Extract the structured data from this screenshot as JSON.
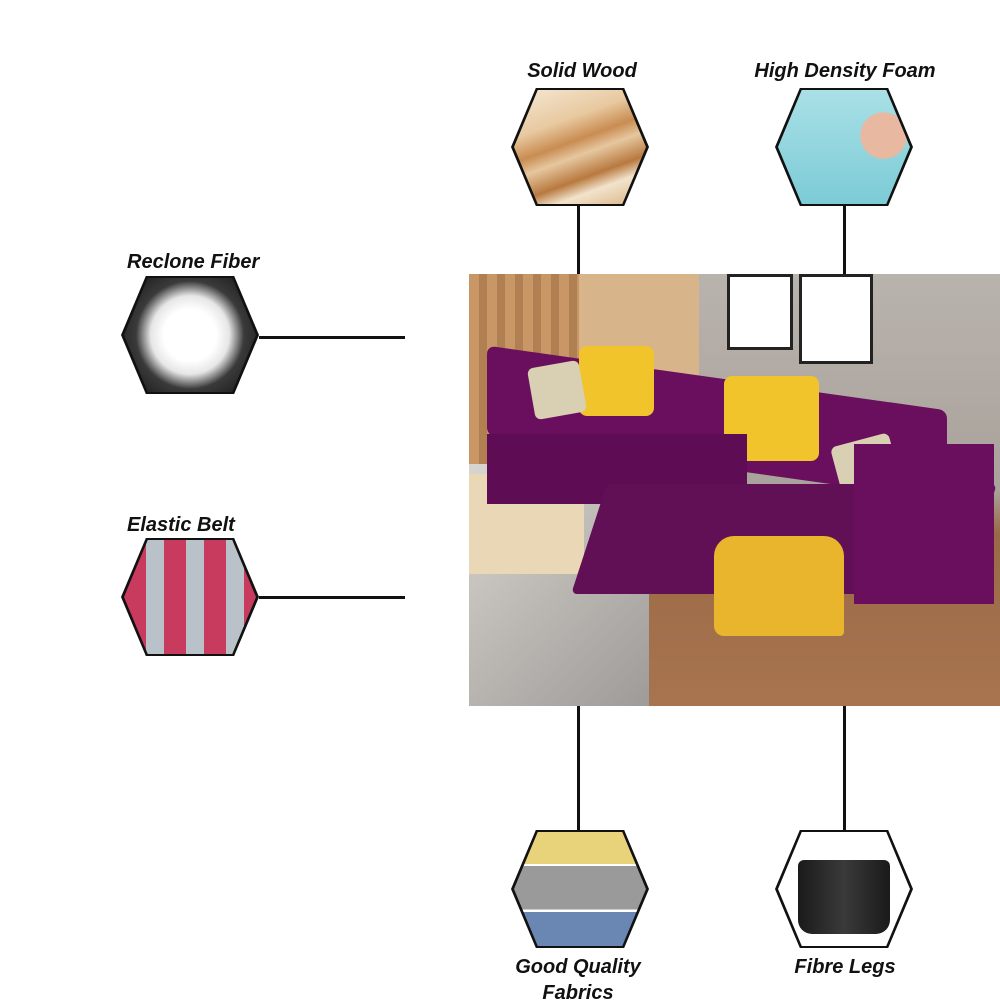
{
  "features": {
    "solid_wood": {
      "label": "Solid Wood"
    },
    "high_density_foam": {
      "label": "High Density Foam"
    },
    "reclone_fiber": {
      "label": "Reclone Fiber"
    },
    "elastic_belt": {
      "label": "Elastic Belt"
    },
    "fabrics": {
      "label_line1": "Good Quality",
      "label_line2": "Fabrics"
    },
    "fibre_legs": {
      "label": "Fibre Legs"
    }
  },
  "colors": {
    "sofa": "#6a0f5e",
    "cushion": "#f0c42a",
    "line": "#111111"
  }
}
